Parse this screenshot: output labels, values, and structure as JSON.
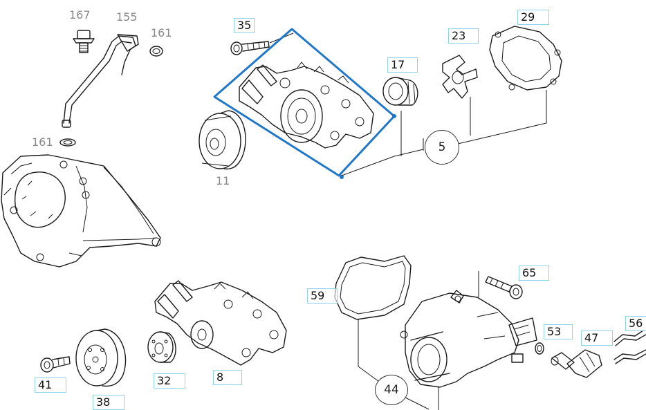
{
  "diagram": {
    "highlight_color": "#1f77c9",
    "label_box_color": "#8fd3ea",
    "labels": [
      {
        "id": "l167",
        "text": "167"
      },
      {
        "id": "l155",
        "text": "155"
      },
      {
        "id": "l161a",
        "text": "161"
      },
      {
        "id": "l161b",
        "text": "161"
      },
      {
        "id": "l35",
        "text": "35"
      },
      {
        "id": "l17",
        "text": "17"
      },
      {
        "id": "l23",
        "text": "23"
      },
      {
        "id": "l29",
        "text": "29"
      },
      {
        "id": "l11",
        "text": "11"
      },
      {
        "id": "l65",
        "text": "65"
      },
      {
        "id": "l59",
        "text": "59"
      },
      {
        "id": "l53",
        "text": "53"
      },
      {
        "id": "l47",
        "text": "47"
      },
      {
        "id": "l56",
        "text": "56"
      },
      {
        "id": "l41",
        "text": "41"
      },
      {
        "id": "l38",
        "text": "38"
      },
      {
        "id": "l32",
        "text": "32"
      },
      {
        "id": "l8",
        "text": "8"
      }
    ],
    "callouts": [
      {
        "id": "c5",
        "text": "5"
      },
      {
        "id": "c44",
        "text": "44"
      }
    ]
  }
}
